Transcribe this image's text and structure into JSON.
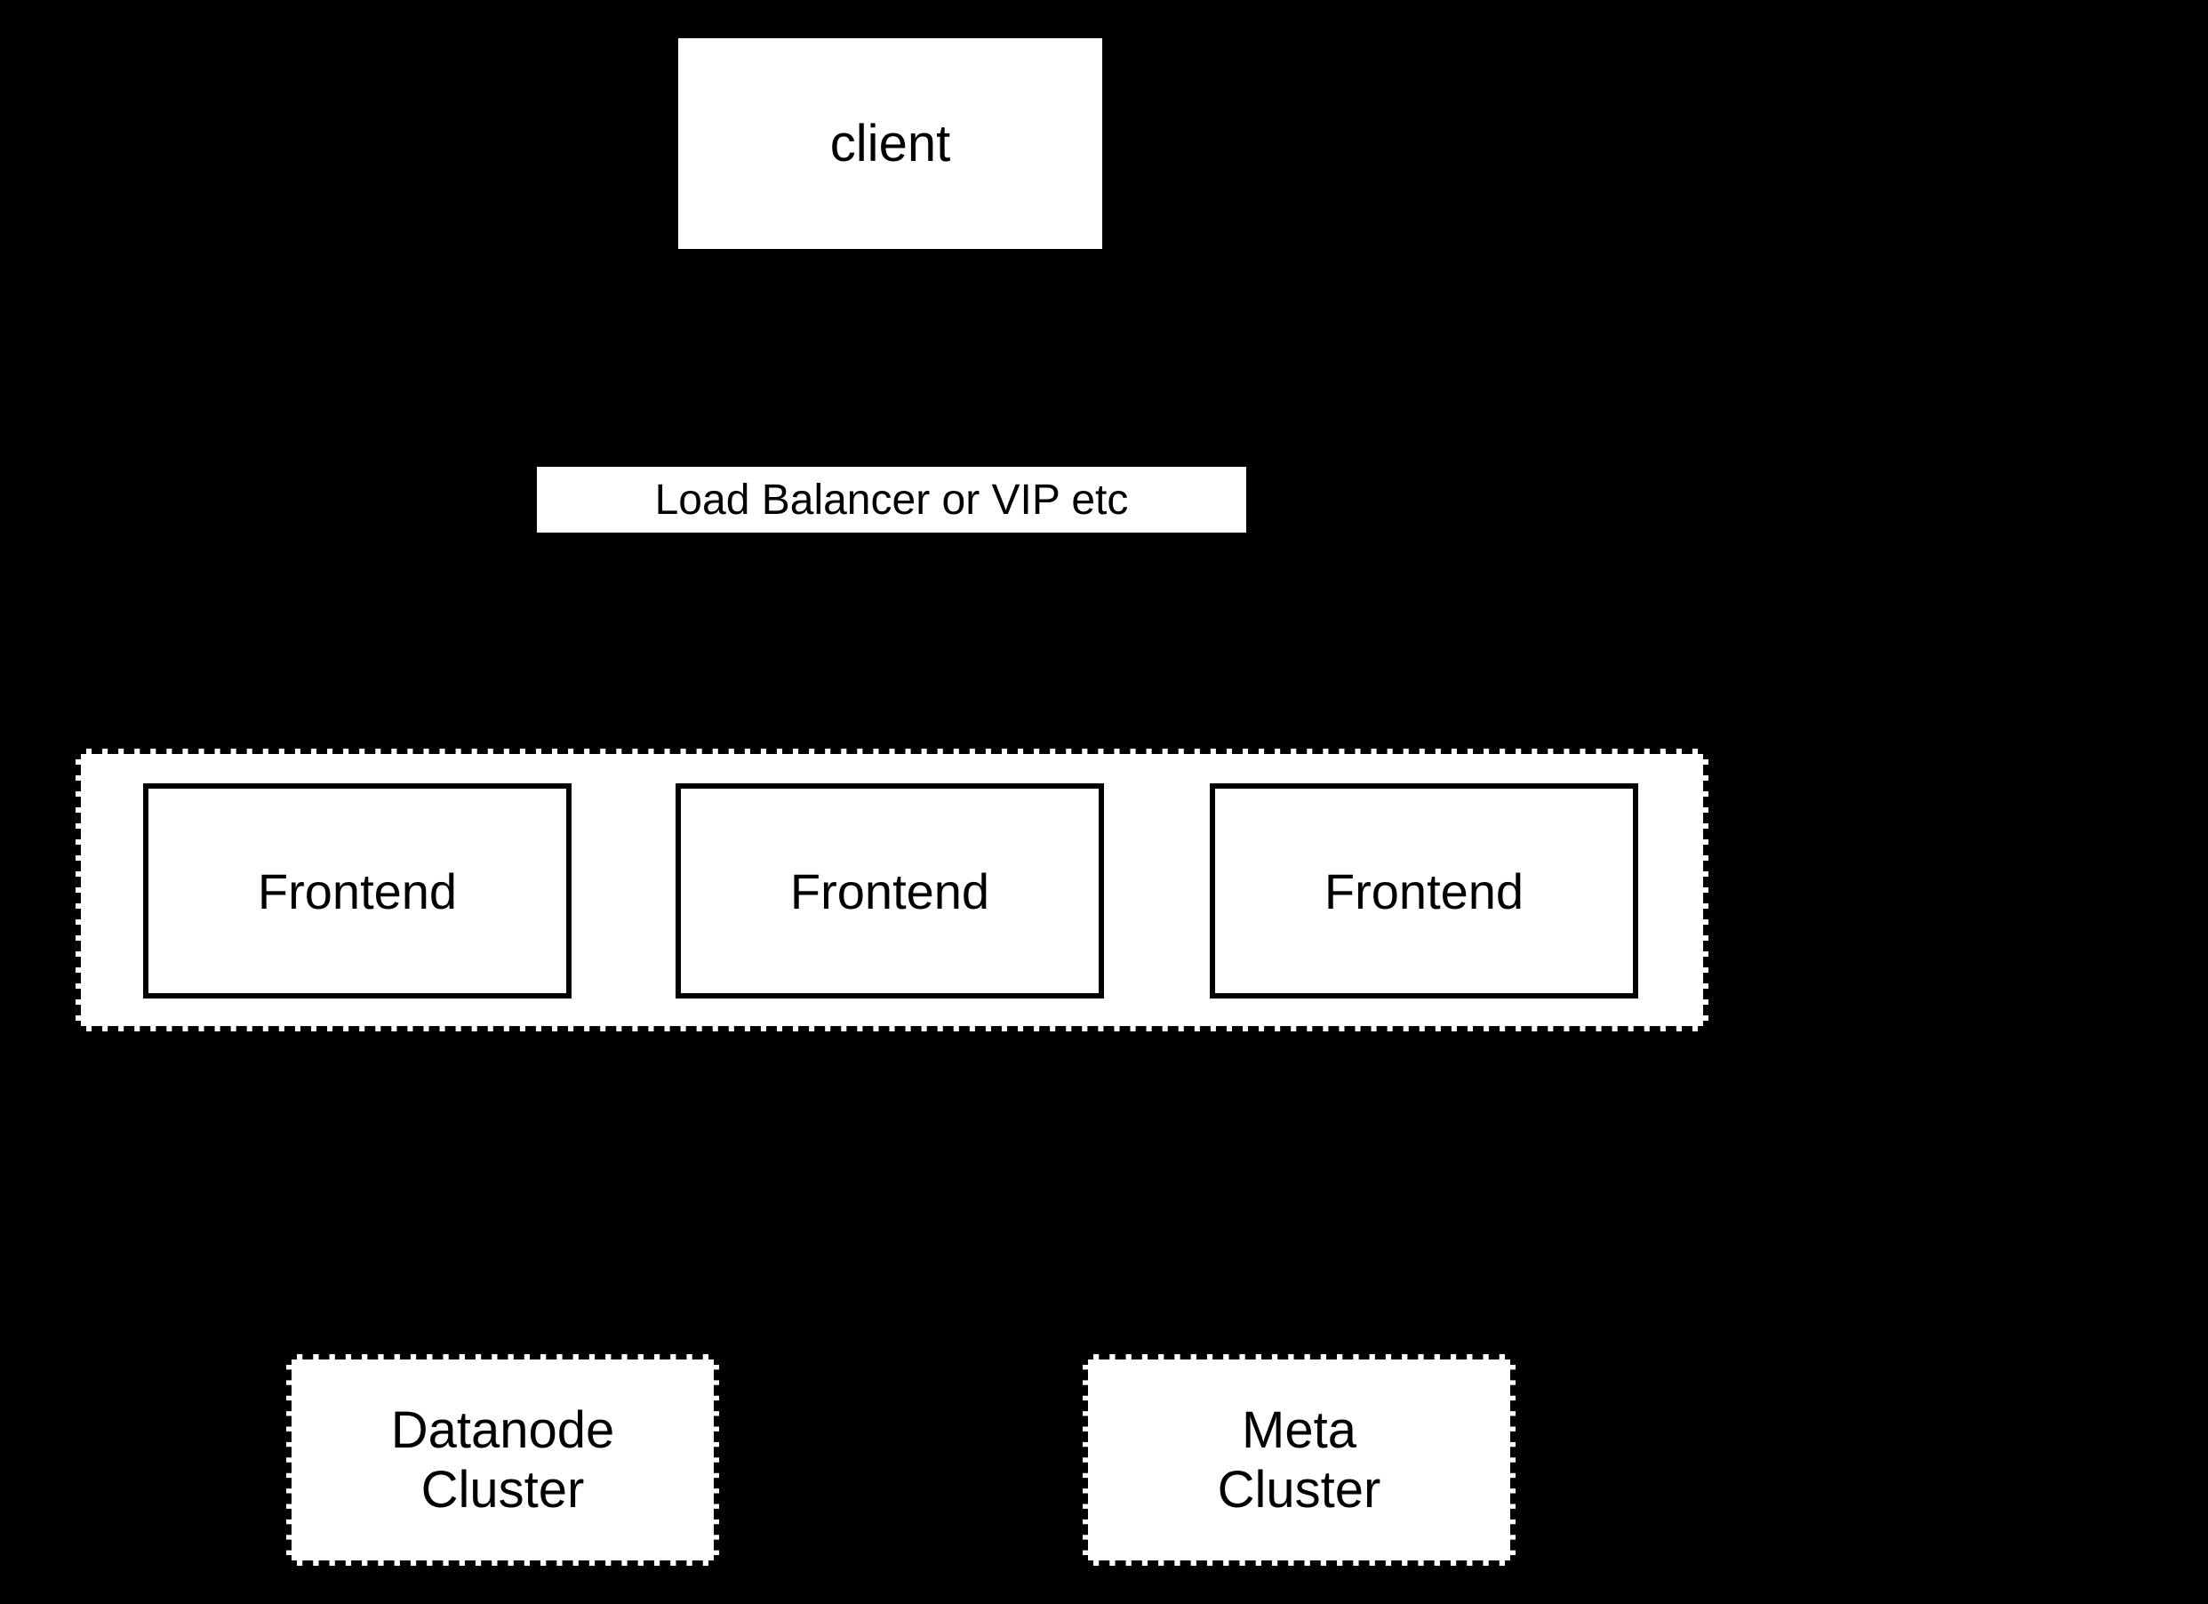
{
  "colors": {
    "background": "#000000",
    "node_fill": "#ffffff",
    "node_border": "#000000",
    "text": "#000000"
  },
  "nodes": {
    "client": {
      "label": "client"
    },
    "load_balancer": {
      "label": "Load Balancer or VIP etc"
    },
    "frontend_group": {
      "frontends": [
        {
          "label": "Frontend"
        },
        {
          "label": "Frontend"
        },
        {
          "label": "Frontend"
        }
      ]
    },
    "datanode_cluster": {
      "line1": "Datanode",
      "line2": "Cluster"
    },
    "meta_cluster": {
      "line1": "Meta",
      "line2": "Cluster"
    }
  }
}
